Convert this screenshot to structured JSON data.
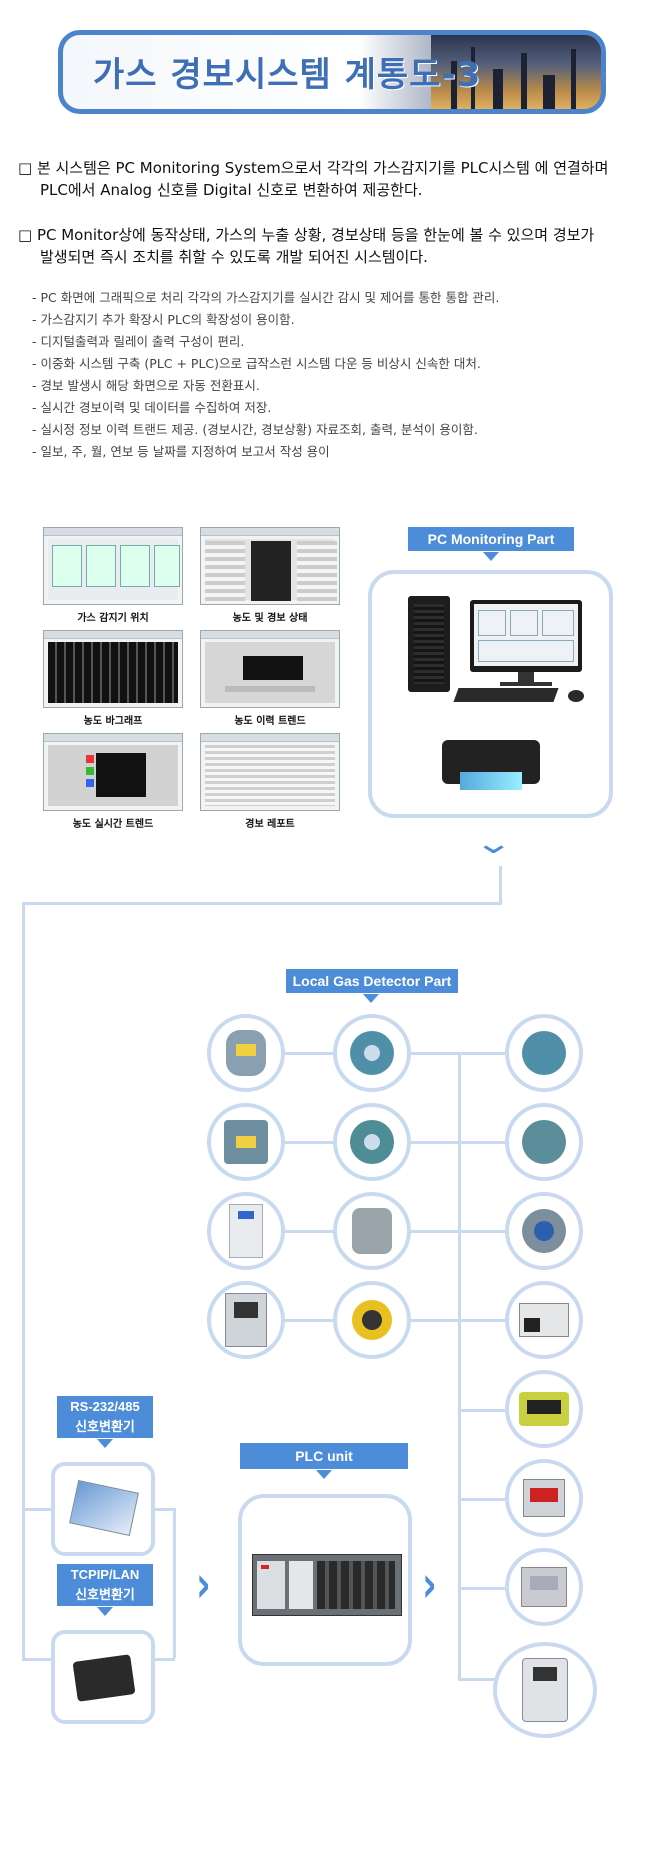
{
  "banner": {
    "title": "가스 경보시스템 계통도-3"
  },
  "intro": [
    {
      "line1": "□ 본 시스템은 PC Monitoring System으로서 각각의 가스감지기를 PLC시스템 에 연결하며",
      "line2": "PLC에서 Analog 신호를 Digital 신호로 변환하여 제공한다."
    },
    {
      "line1": "□ PC Monitor상에 동작상태, 가스의 누출 상황, 경보상태 등을 한눈에 볼 수 있으며 경보가",
      "line2": "발생되면 즉시 조치를 취할 수 있도록 개발 되어진 시스템이다."
    }
  ],
  "bullets": [
    "- PC 화면에 그래픽으로 처리 각각의 가스감지기를 실시간 감시 및 제어를 통한 통합 관리.",
    "- 가스감지기 추가 확장시 PLC의 확장성이 용이함.",
    "- 디지털출력과 릴레이 출력 구성이 편리.",
    "- 이중화 시스템 구축 (PLC + PLC)으로 급작스런 시스템 다운 등 비상시 신속한 대처.",
    "- 경보 발생시 해당 화면으로 자동 전환표시.",
    "- 실시간 경보이력 및 데이터를 수집하여 저장.",
    "- 실시정 정보 이력 트랜드 제공. (경보시간, 경보상황) 자료조회, 출력, 분석이 용이함.",
    "- 일보, 주, 월, 연보 등 날짜를 지정하여 보고서 작성 용이"
  ],
  "screens": [
    {
      "caption": "가스 감지기 위치",
      "style": "light"
    },
    {
      "caption": "농도 및 경보 상태",
      "style": "table"
    },
    {
      "caption": "농도 바그래프",
      "style": "dark"
    },
    {
      "caption": "농도 이력 트렌드",
      "style": "trend"
    },
    {
      "caption": "농도 실시간 트렌드",
      "style": "realtime"
    },
    {
      "caption": "경보 레포트",
      "style": "table"
    }
  ],
  "labels": {
    "pc_part": "PC Monitoring Part",
    "local_part": "Local Gas Detector Part",
    "rs232_line1": "RS-232/485",
    "rs232_line2": "신호변환기",
    "tcpip_line1": "TCPIP/LAN",
    "tcpip_line2": "신호변환기",
    "plc_unit": "PLC unit"
  },
  "icons": {
    "down_chevron": "chevron-down-icon",
    "right_chevron": "chevron-right-icon"
  },
  "colors": {
    "accent": "#4d8cd9",
    "title": "#3e6fb4",
    "frame": "#c9daf0"
  }
}
